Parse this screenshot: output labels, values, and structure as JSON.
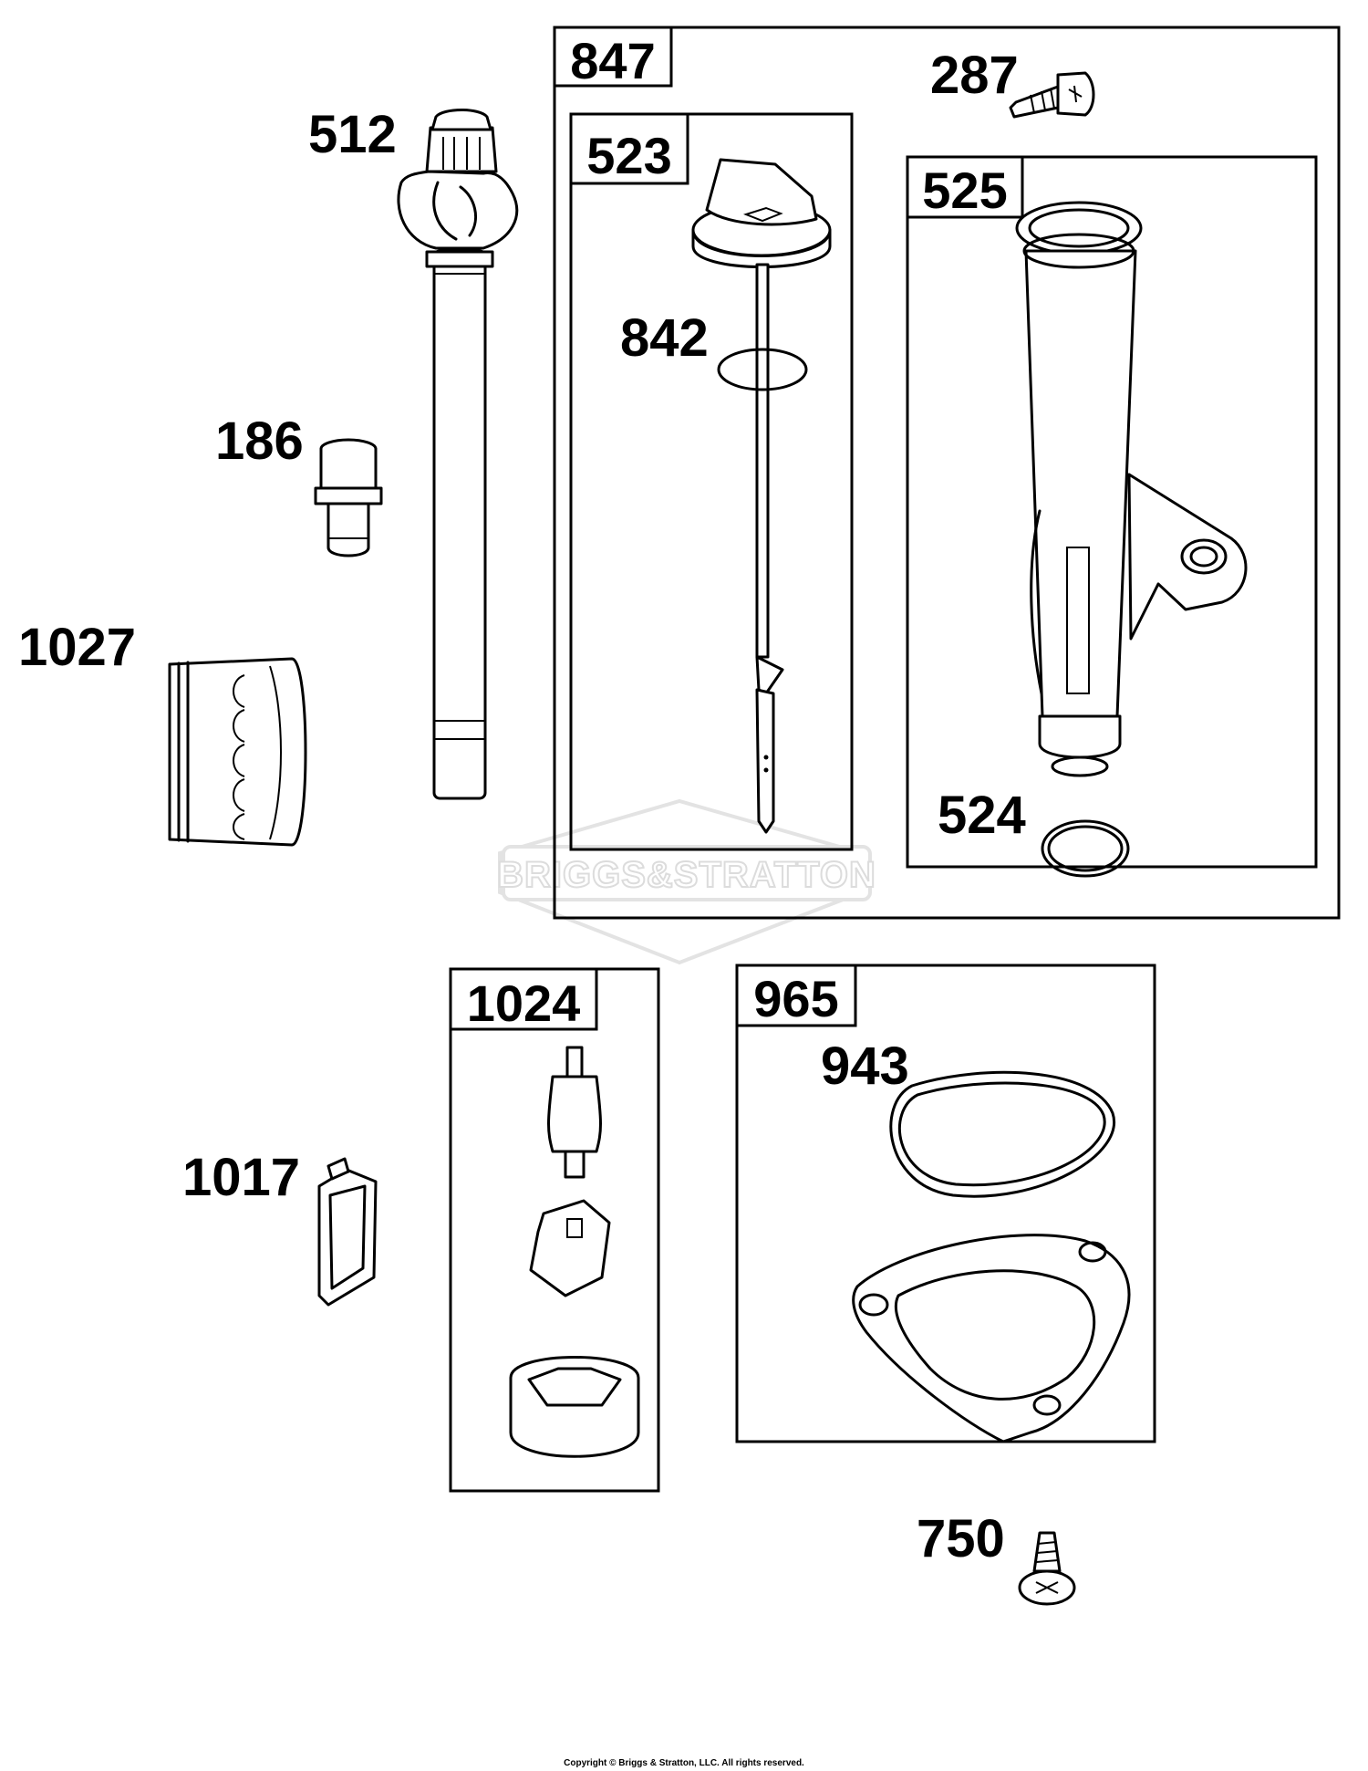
{
  "diagram": {
    "watermark_text": "BRIGGS&STRATTON",
    "copyright": "Copyright © Briggs & Stratton, LLC. All rights reserved.",
    "kits": [
      {
        "number": "847"
      },
      {
        "number": "523"
      },
      {
        "number": "525"
      },
      {
        "number": "1024"
      },
      {
        "number": "965"
      }
    ],
    "parts": [
      {
        "number": "512"
      },
      {
        "number": "287"
      },
      {
        "number": "842"
      },
      {
        "number": "186"
      },
      {
        "number": "1027"
      },
      {
        "number": "524"
      },
      {
        "number": "943"
      },
      {
        "number": "1017"
      },
      {
        "number": "750"
      }
    ]
  }
}
